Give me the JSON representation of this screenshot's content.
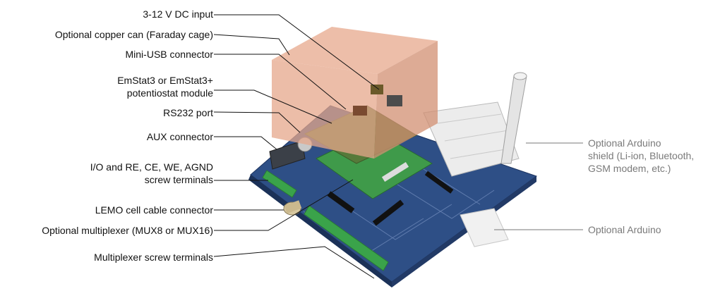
{
  "labels": {
    "dc_input": "3-12 V DC input",
    "copper_can": "Optional copper can (Faraday cage)",
    "mini_usb": "Mini-USB connector",
    "emstat_line1": "EmStat3 or EmStat3+",
    "emstat_line2": "potentiostat module",
    "rs232": "RS232 port",
    "aux": "AUX connector",
    "io_line1": "I/O and RE, CE, WE, AGND",
    "io_line2": "screw terminals",
    "lemo": "LEMO cell cable connector",
    "mux": "Optional multiplexer (MUX8 or MUX16)",
    "mux_terminals": "Multiplexer screw terminals",
    "arduino_shield_line1": "Optional Arduino",
    "arduino_shield_line2": "shield (Li-ion, Bluetooth,",
    "arduino_shield_line3": "GSM modem, etc.)",
    "arduino": "Optional Arduino"
  }
}
